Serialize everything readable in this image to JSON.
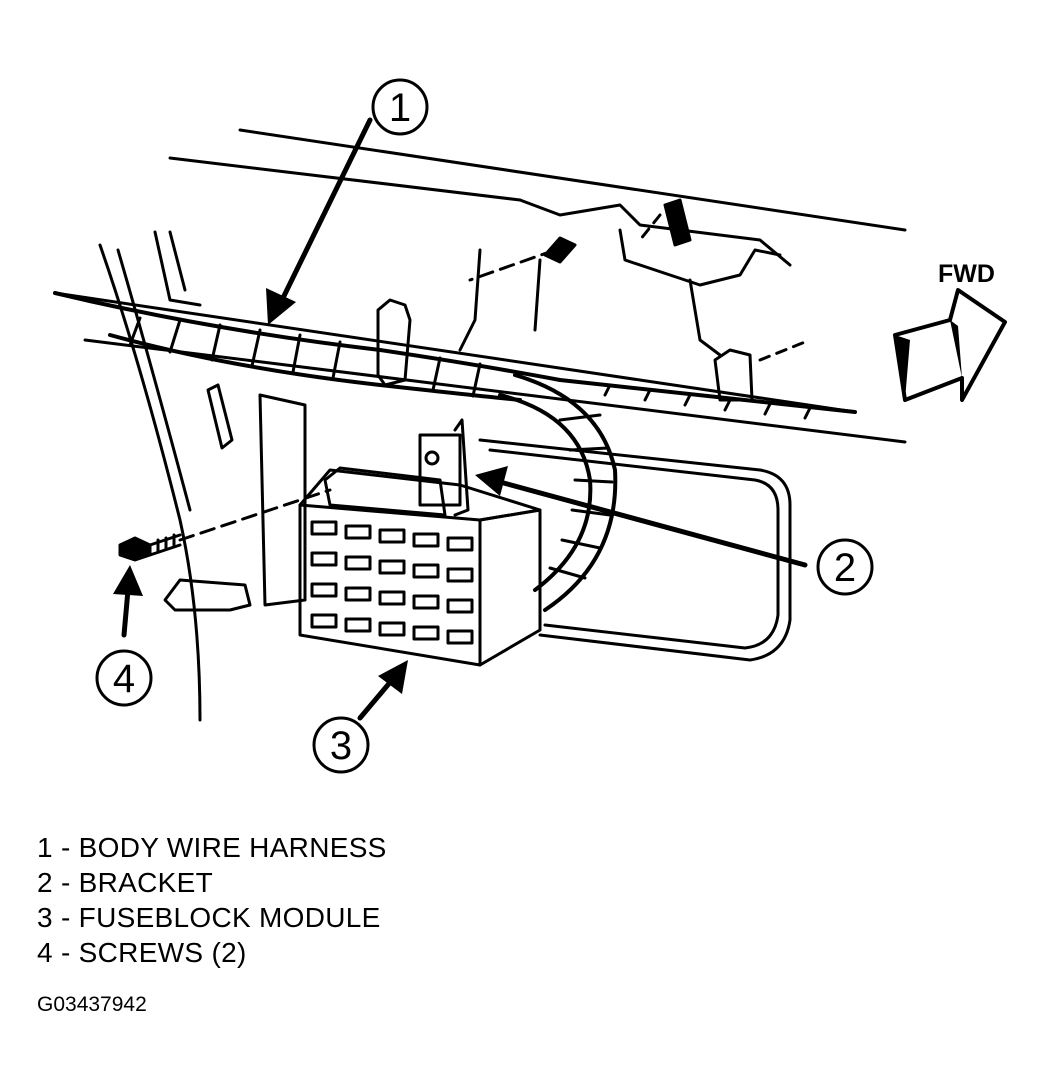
{
  "direction_label": "FWD",
  "callouts": [
    "1",
    "2",
    "3",
    "4"
  ],
  "legend": [
    {
      "number": "1",
      "text": "BODY WIRE HARNESS"
    },
    {
      "number": "2",
      "text": "BRACKET"
    },
    {
      "number": "3",
      "text": "FUSEBLOCK MODULE"
    },
    {
      "number": "4",
      "text": "SCREWS (2)"
    }
  ],
  "figure_id": "G03437942"
}
